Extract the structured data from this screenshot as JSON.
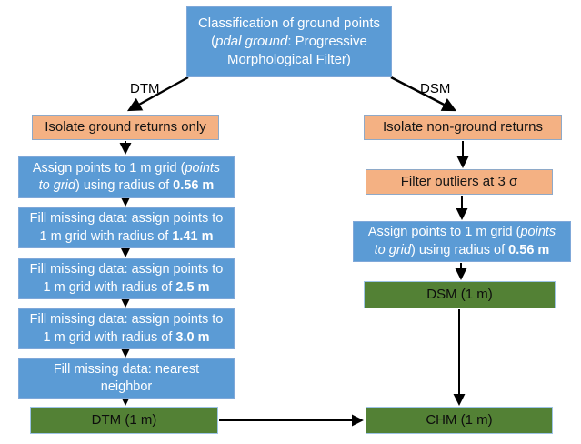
{
  "colors": {
    "process_blue": "#5B9BD5",
    "action_orange": "#F4B183",
    "output_green": "#538135",
    "arrow_black": "#000000",
    "text_on_blue": "#ffffff",
    "text_on_orange_green": "#111111"
  },
  "nodes": {
    "classification": {
      "segments": [
        {
          "t": "Classification of ground points ("
        },
        {
          "t": "pdal ground",
          "i": true
        },
        {
          "t": ": Progressive Morphological Filter)"
        }
      ]
    },
    "dtm_branch_label": "DTM",
    "dsm_branch_label": "DSM",
    "isolate_ground": "Isolate ground returns only",
    "assign_grid_left": {
      "segments": [
        {
          "t": "Assign points to 1 m grid ("
        },
        {
          "t": "points to grid",
          "i": true
        },
        {
          "t": ") using radius of "
        },
        {
          "t": "0.56 m",
          "b": true
        }
      ]
    },
    "fill_141": {
      "segments": [
        {
          "t": "Fill missing data: assign points to 1 m grid with radius of "
        },
        {
          "t": "1.41 m",
          "b": true
        }
      ]
    },
    "fill_25": {
      "segments": [
        {
          "t": "Fill missing data: assign points to 1 m grid with radius of "
        },
        {
          "t": "2.5 m",
          "b": true
        }
      ]
    },
    "fill_30": {
      "segments": [
        {
          "t": "Fill missing data: assign points to 1 m grid with radius of "
        },
        {
          "t": "3.0 m",
          "b": true
        }
      ]
    },
    "fill_nearest": "Fill missing data: nearest neighbor",
    "dtm_output": "DTM (1 m)",
    "isolate_nonground": "Isolate non-ground returns",
    "filter_outliers": "Filter outliers at 3 σ",
    "assign_grid_right": {
      "segments": [
        {
          "t": "Assign points to 1 m grid ("
        },
        {
          "t": "points to grid",
          "i": true
        },
        {
          "t": ") using radius of "
        },
        {
          "t": "0.56 m",
          "b": true
        }
      ]
    },
    "dsm_output": "DSM (1 m)",
    "chm_output": "CHM (1 m)"
  },
  "edges": [
    {
      "from": "classification",
      "to": "isolate_ground",
      "label": "DTM"
    },
    {
      "from": "classification",
      "to": "isolate_nonground",
      "label": "DSM"
    },
    {
      "from": "isolate_ground",
      "to": "assign_grid_left"
    },
    {
      "from": "assign_grid_left",
      "to": "fill_141"
    },
    {
      "from": "fill_141",
      "to": "fill_25"
    },
    {
      "from": "fill_25",
      "to": "fill_30"
    },
    {
      "from": "fill_30",
      "to": "fill_nearest"
    },
    {
      "from": "fill_nearest",
      "to": "dtm_output"
    },
    {
      "from": "isolate_nonground",
      "to": "filter_outliers"
    },
    {
      "from": "filter_outliers",
      "to": "assign_grid_right"
    },
    {
      "from": "assign_grid_right",
      "to": "dsm_output"
    },
    {
      "from": "dsm_output",
      "to": "chm_output"
    },
    {
      "from": "dtm_output",
      "to": "chm_output"
    }
  ]
}
